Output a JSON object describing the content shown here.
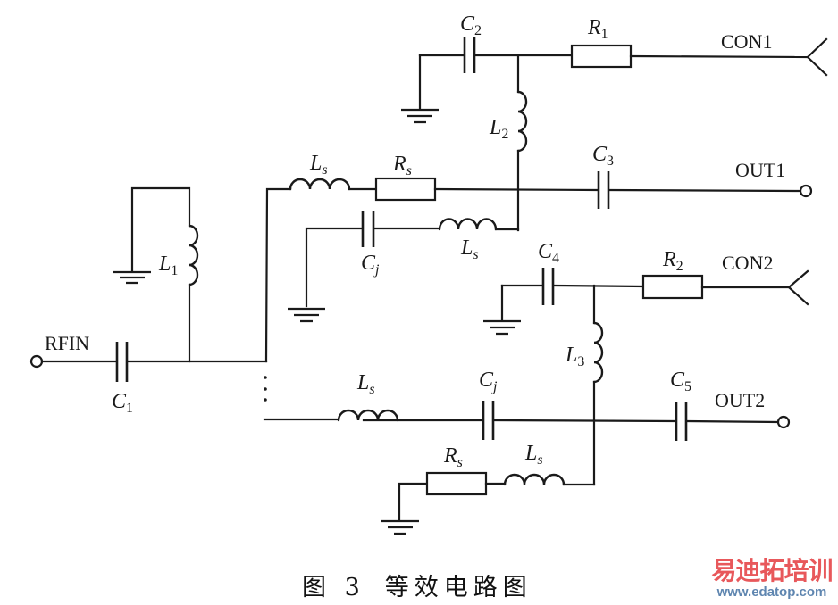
{
  "figure": {
    "caption_number": "图 3",
    "caption_title": "等效电路图",
    "caption_full": "图 3 等效电路图"
  },
  "ports": {
    "rfin": "RFIN",
    "con1": "CON1",
    "out1": "OUT1",
    "con2": "CON2",
    "out2": "OUT2"
  },
  "components": {
    "C1": {
      "sym": "C",
      "sub": "1",
      "type": "capacitor"
    },
    "C2": {
      "sym": "C",
      "sub": "2",
      "type": "capacitor"
    },
    "C3": {
      "sym": "C",
      "sub": "3",
      "type": "capacitor"
    },
    "C4": {
      "sym": "C",
      "sub": "4",
      "type": "capacitor"
    },
    "C5": {
      "sym": "C",
      "sub": "5",
      "type": "capacitor"
    },
    "Cj_upper": {
      "sym": "C",
      "sub": "j",
      "type": "capacitor"
    },
    "Cj_lower": {
      "sym": "C",
      "sub": "j",
      "type": "capacitor"
    },
    "L1": {
      "sym": "L",
      "sub": "1",
      "type": "inductor"
    },
    "L2": {
      "sym": "L",
      "sub": "2",
      "type": "inductor"
    },
    "L3": {
      "sym": "L",
      "sub": "3",
      "type": "inductor"
    },
    "Ls_a": {
      "sym": "L",
      "sub": "s",
      "type": "inductor"
    },
    "Ls_b": {
      "sym": "L",
      "sub": "s",
      "type": "inductor"
    },
    "Ls_c": {
      "sym": "L",
      "sub": "s",
      "type": "inductor"
    },
    "Ls_d": {
      "sym": "L",
      "sub": "s",
      "type": "inductor"
    },
    "R1": {
      "sym": "R",
      "sub": "1",
      "type": "resistor"
    },
    "R2": {
      "sym": "R",
      "sub": "2",
      "type": "resistor"
    },
    "Rs_upper": {
      "sym": "R",
      "sub": "s",
      "type": "resistor"
    },
    "Rs_lower": {
      "sym": "R",
      "sub": "s",
      "type": "resistor"
    }
  },
  "watermark": {
    "brand": "易迪拓培训",
    "url": "www.edatop.com",
    "brand_color": "#e8585b",
    "url_color": "#5f86b0"
  }
}
